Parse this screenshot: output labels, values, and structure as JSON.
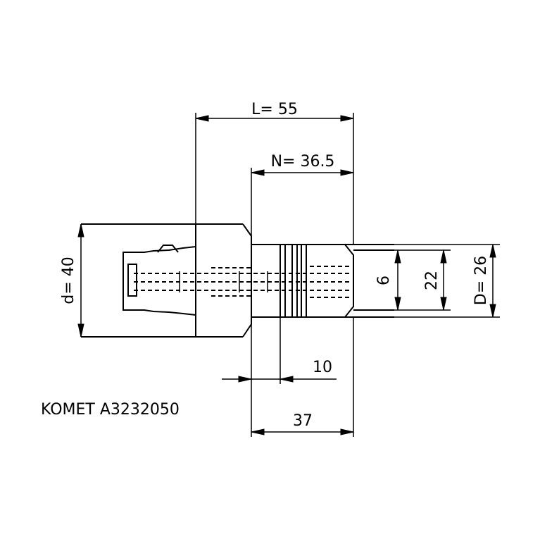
{
  "dimensions": {
    "L": "L= 55",
    "N": "N= 36.5",
    "d": "d= 40",
    "D": "D= 26",
    "inner_d": "22",
    "small_d": "6",
    "ten": "10",
    "thirty_seven": "37"
  },
  "part_label": "KOMET A3232050"
}
